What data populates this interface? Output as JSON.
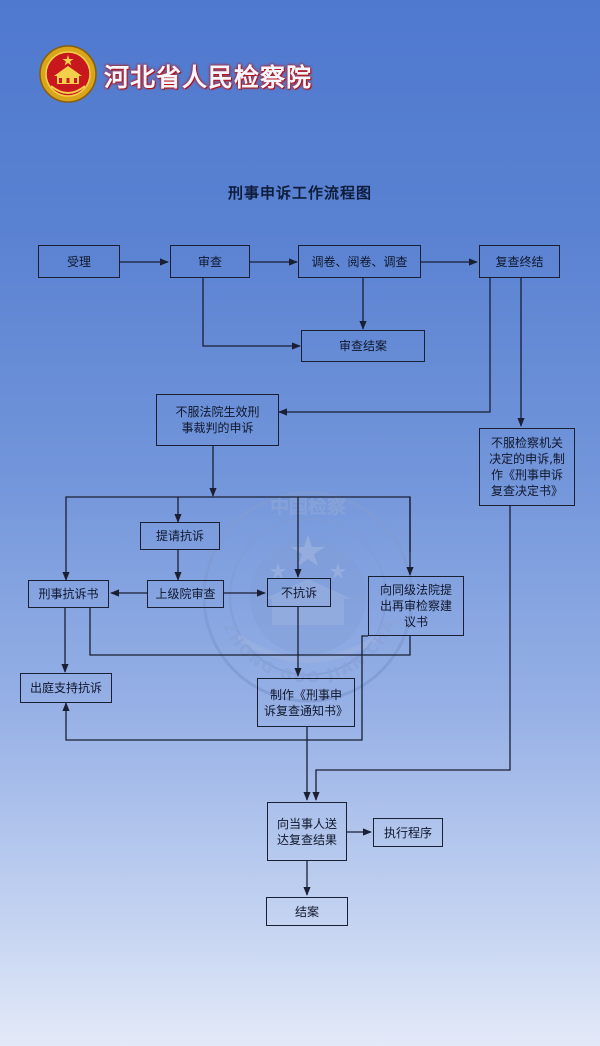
{
  "header": {
    "org_name": "河北省人民检察院",
    "emblem_icon": "procuratorate-emblem-icon"
  },
  "title": "刑事申诉工作流程图",
  "watermark": {
    "top_text": "中国检察",
    "ring_text": "ZHONG GUO JIAN CHA"
  },
  "colors": {
    "bg_top": "#4f79cf",
    "bg_bottom": "#e3e9f8",
    "line": "#1a1f33",
    "brand_red": "#c21a1f"
  },
  "nodes": {
    "accept": "受理",
    "review": "审查",
    "investigate": "调卷、阅卷、调查",
    "final": "复查终结",
    "close_review": "审查结案",
    "court_appeal": "不服法院生效刑\n事裁判的申诉",
    "proc_appeal": "不服检察机关\n决定的申诉,制\n作《刑事申诉\n复查决定书》",
    "request_protest": "提请抗诉",
    "protest_doc": "刑事抗诉书",
    "superior_review": "上级院审查",
    "no_protest": "不抗诉",
    "suggest": "向同级法院提\n出再审检察建\n议书",
    "support": "出庭支持抗诉",
    "notice": "制作《刑事申\n诉复查通知书》",
    "deliver": "向当事人送\n达复查结果",
    "execute": "执行程序",
    "closed": "结案"
  }
}
